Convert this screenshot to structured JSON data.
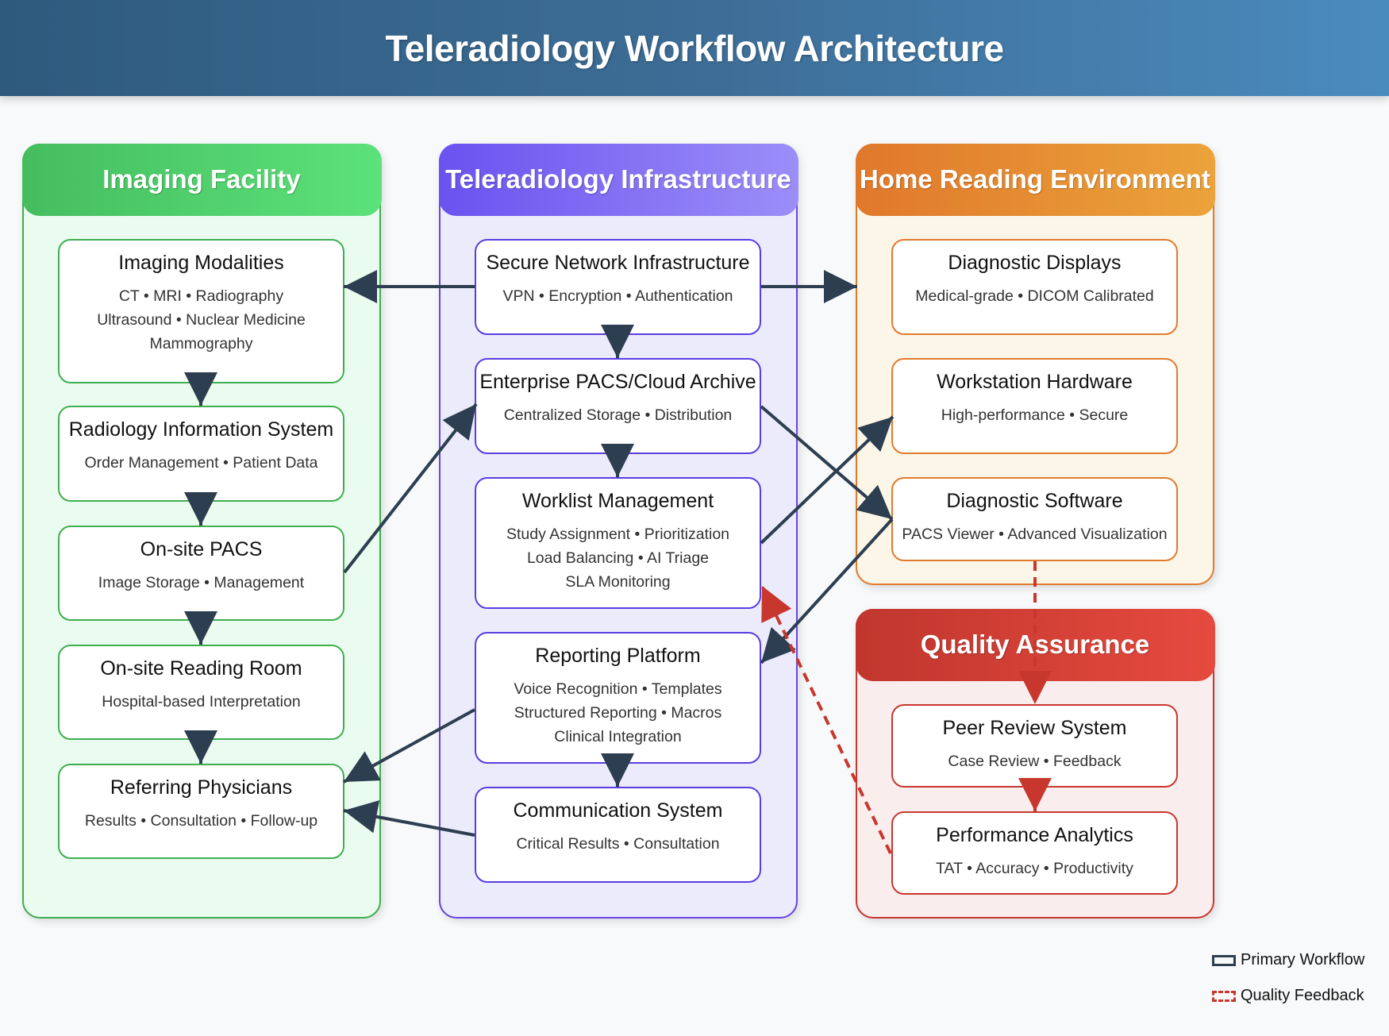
{
  "title": "Teleradiology Workflow Architecture",
  "colors": {
    "primary_arrow": "#2c3e50",
    "quality_arrow": "#c8372d",
    "imaging_facility": "#3fae4f",
    "infrastructure": "#6a45e6",
    "home_reading": "#e07b2e",
    "quality_assurance": "#c8372d"
  },
  "columns": {
    "imaging_facility": {
      "title": "Imaging Facility",
      "nodes": [
        {
          "title": "Imaging Modalities",
          "lines": [
            "CT • MRI • Radiography",
            "Ultrasound • Nuclear Medicine",
            "Mammography"
          ]
        },
        {
          "title": "Radiology Information System",
          "lines": [
            "Order Management • Patient Data"
          ]
        },
        {
          "title": "On-site PACS",
          "lines": [
            "Image Storage • Management"
          ]
        },
        {
          "title": "On-site Reading Room",
          "lines": [
            "Hospital-based Interpretation"
          ]
        },
        {
          "title": "Referring Physicians",
          "lines": [
            "Results • Consultation • Follow-up"
          ]
        }
      ]
    },
    "infrastructure": {
      "title": "Teleradiology Infrastructure",
      "nodes": [
        {
          "title": "Secure Network Infrastructure",
          "lines": [
            "VPN • Encryption • Authentication"
          ]
        },
        {
          "title": "Enterprise PACS/Cloud Archive",
          "lines": [
            "Centralized Storage • Distribution"
          ]
        },
        {
          "title": "Worklist Management",
          "lines": [
            "Study Assignment • Prioritization",
            "Load Balancing • AI Triage",
            "SLA Monitoring"
          ]
        },
        {
          "title": "Reporting Platform",
          "lines": [
            "Voice Recognition • Templates",
            "Structured Reporting • Macros",
            "Clinical Integration"
          ]
        },
        {
          "title": "Communication System",
          "lines": [
            "Critical Results • Consultation"
          ]
        }
      ]
    },
    "home_reading": {
      "title": "Home Reading Environment",
      "nodes": [
        {
          "title": "Diagnostic Displays",
          "lines": [
            "Medical-grade • DICOM Calibrated"
          ]
        },
        {
          "title": "Workstation Hardware",
          "lines": [
            "High-performance • Secure"
          ]
        },
        {
          "title": "Diagnostic Software",
          "lines": [
            "PACS Viewer • Advanced Visualization"
          ]
        }
      ]
    },
    "quality_assurance": {
      "title": "Quality Assurance",
      "nodes": [
        {
          "title": "Peer Review System",
          "lines": [
            "Case Review • Feedback"
          ]
        },
        {
          "title": "Performance Analytics",
          "lines": [
            "TAT • Accuracy • Productivity"
          ]
        }
      ]
    }
  },
  "connections": [
    {
      "from": "Secure Network Infrastructure",
      "to": "Imaging Modalities",
      "type": "primary"
    },
    {
      "from": "Secure Network Infrastructure",
      "to": "Home Reading Environment",
      "type": "primary"
    },
    {
      "from": "Secure Network Infrastructure",
      "to": "Enterprise PACS/Cloud Archive",
      "type": "primary"
    },
    {
      "from": "Enterprise PACS/Cloud Archive",
      "to": "Worklist Management",
      "type": "primary"
    },
    {
      "from": "Imaging Modalities",
      "to": "Radiology Information System",
      "type": "primary"
    },
    {
      "from": "Radiology Information System",
      "to": "On-site PACS",
      "type": "primary"
    },
    {
      "from": "On-site PACS",
      "to": "On-site Reading Room",
      "type": "primary"
    },
    {
      "from": "On-site Reading Room",
      "to": "Referring Physicians",
      "type": "primary"
    },
    {
      "from": "On-site PACS",
      "to": "Enterprise PACS/Cloud Archive",
      "type": "primary"
    },
    {
      "from": "Enterprise PACS/Cloud Archive",
      "to": "Diagnostic Software",
      "type": "primary"
    },
    {
      "from": "Worklist Management",
      "to": "Workstation Hardware",
      "type": "primary"
    },
    {
      "from": "Diagnostic Software",
      "to": "Reporting Platform",
      "type": "primary"
    },
    {
      "from": "Reporting Platform",
      "to": "Communication System",
      "type": "primary"
    },
    {
      "from": "Reporting Platform",
      "to": "Referring Physicians",
      "type": "primary"
    },
    {
      "from": "Communication System",
      "to": "Referring Physicians",
      "type": "primary"
    },
    {
      "from": "Diagnostic Software",
      "to": "Peer Review System",
      "type": "quality"
    },
    {
      "from": "Peer Review System",
      "to": "Performance Analytics",
      "type": "quality"
    },
    {
      "from": "Performance Analytics",
      "to": "Worklist Management",
      "type": "quality"
    }
  ],
  "legend": [
    {
      "label": "Primary Workflow",
      "type": "primary"
    },
    {
      "label": "Quality Feedback",
      "type": "quality"
    }
  ]
}
